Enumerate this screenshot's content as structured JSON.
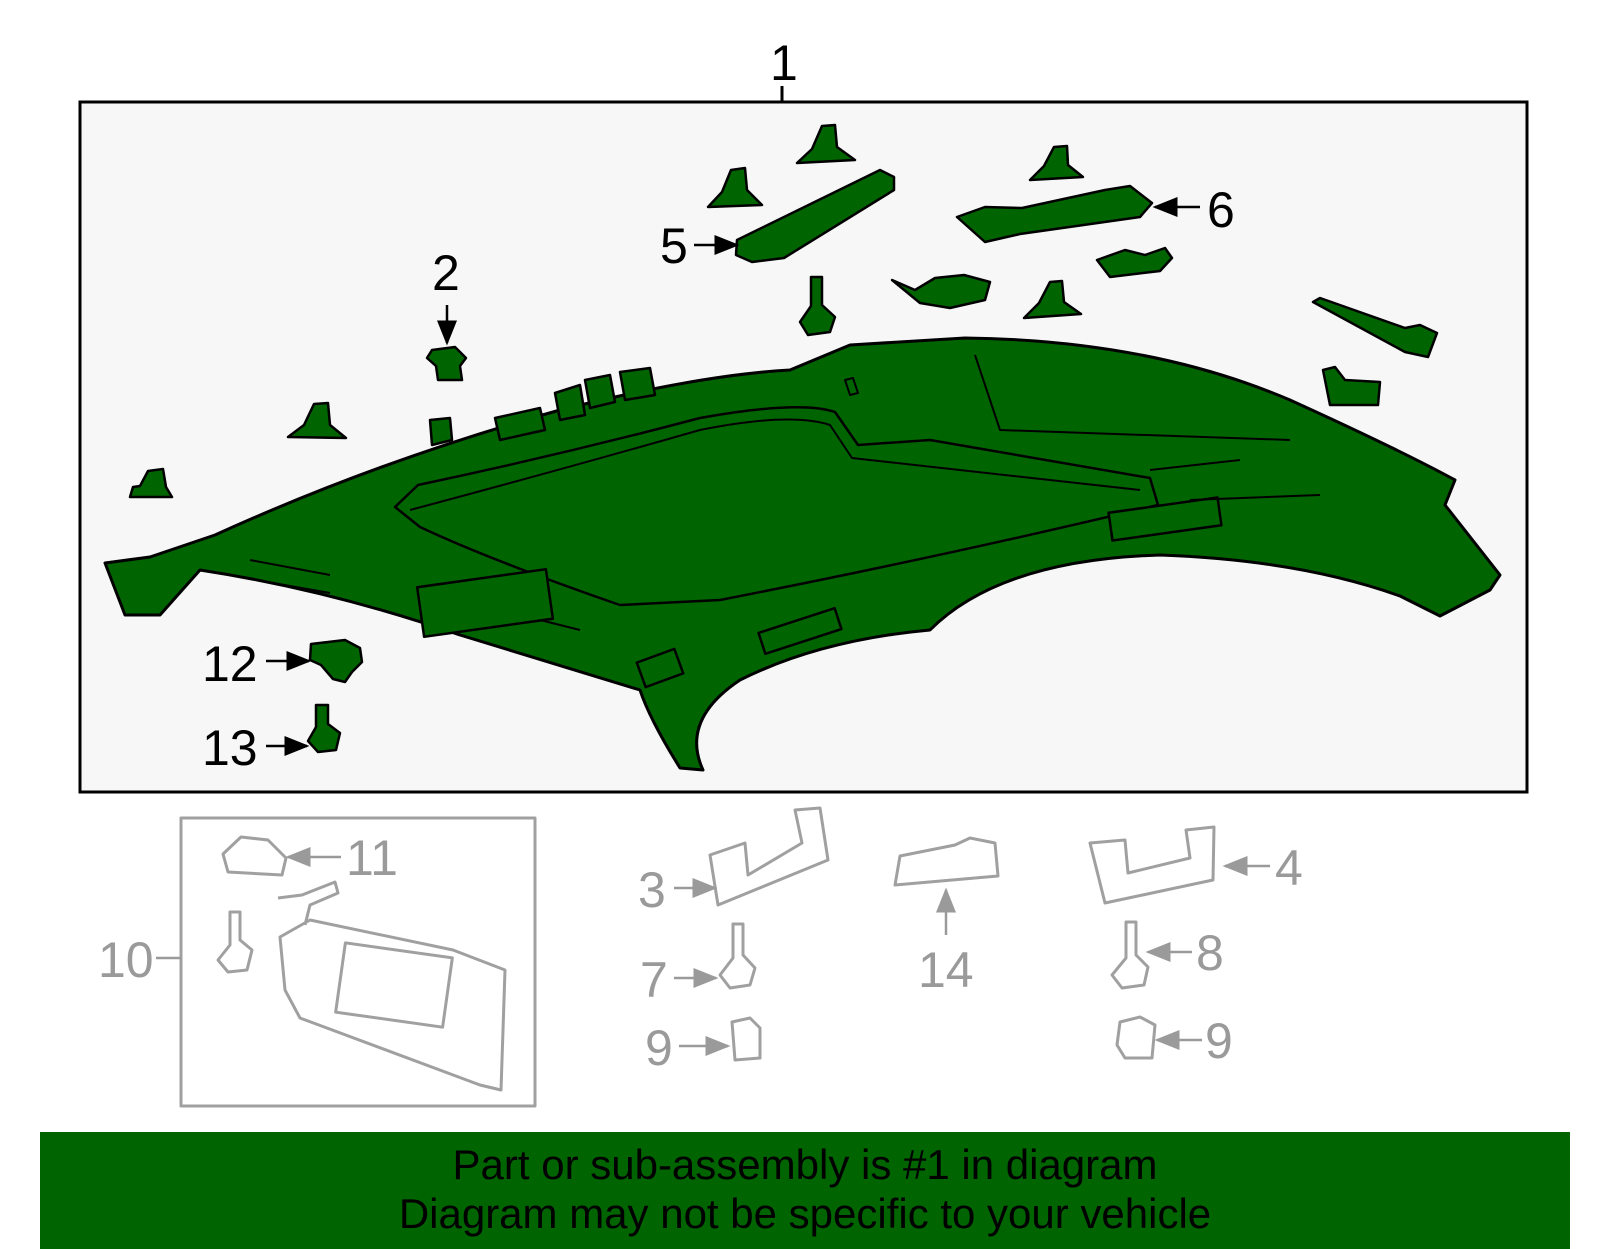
{
  "colors": {
    "part_fill": "#006400",
    "highlight_box_bg": "#f7f7f7",
    "secondary_line": "#a0a0a0",
    "banner_bg": "#006400"
  },
  "callouts": {
    "c1": "1",
    "c2": "2",
    "c3": "3",
    "c4": "4",
    "c5": "5",
    "c6": "6",
    "c7": "7",
    "c8": "8",
    "c9a": "9",
    "c9b": "9",
    "c10": "10",
    "c11": "11",
    "c12": "12",
    "c13": "13",
    "c14": "14"
  },
  "banner": {
    "line1": "Part or sub-assembly is #1 in diagram",
    "line2": "Diagram may not be specific to your vehicle"
  }
}
